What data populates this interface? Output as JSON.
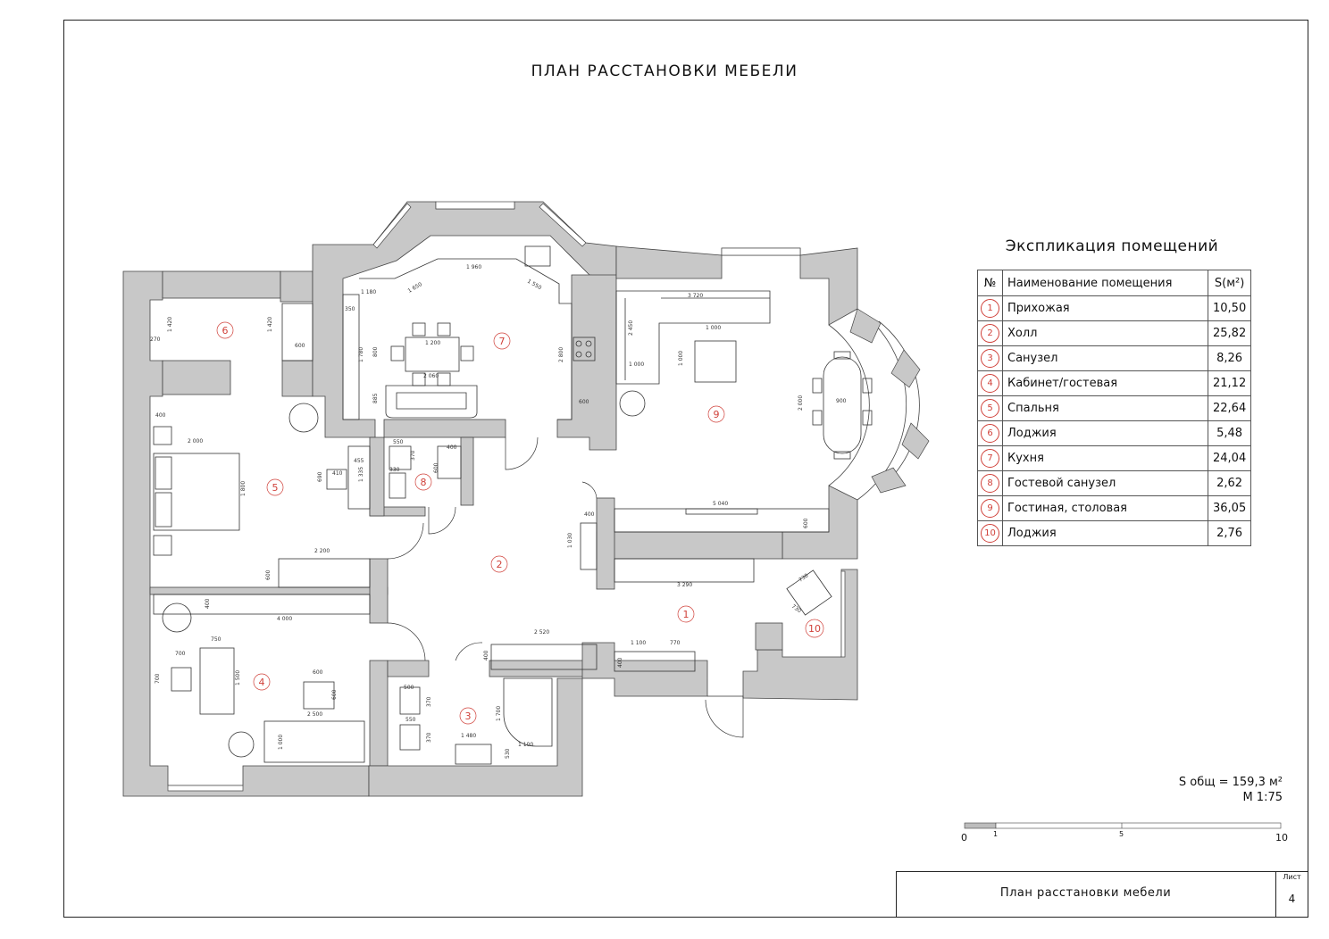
{
  "title": "ПЛАН РАССТАНОВКИ МЕБЕЛИ",
  "explication": {
    "title": "Экспликация помещений",
    "headers": {
      "num": "№",
      "name": "Наименование помещения",
      "area": "S(м²)"
    },
    "rooms": [
      {
        "num": "1",
        "name": "Прихожая",
        "area": "10,50"
      },
      {
        "num": "2",
        "name": "Холл",
        "area": "25,82"
      },
      {
        "num": "3",
        "name": "Санузел",
        "area": "8,26"
      },
      {
        "num": "4",
        "name": "Кабинет/гостевая",
        "area": "21,12"
      },
      {
        "num": "5",
        "name": "Спальня",
        "area": "22,64"
      },
      {
        "num": "6",
        "name": "Лоджия",
        "area": "5,48"
      },
      {
        "num": "7",
        "name": "Кухня",
        "area": "24,04"
      },
      {
        "num": "8",
        "name": "Гостевой санузел",
        "area": "2,62"
      },
      {
        "num": "9",
        "name": "Гостиная, столовая",
        "area": "36,05"
      },
      {
        "num": "10",
        "name": "Лоджия",
        "area": "2,76"
      }
    ]
  },
  "total_area": "S общ = 159,3 м²",
  "scale": "М 1:75",
  "scale_bar": {
    "labels": [
      "0",
      "1",
      "5",
      "10"
    ]
  },
  "stamp": {
    "drawing_name": "План расстановки мебели",
    "sheet_label": "Лист",
    "sheet_number": "4"
  },
  "plan": {
    "room_numbers": [
      "1",
      "2",
      "3",
      "4",
      "5",
      "6",
      "7",
      "8",
      "9",
      "10"
    ],
    "dimensions": {
      "d1180": "1 180",
      "d350": "350",
      "d1650": "1 650",
      "d1960": "1 960",
      "d1550": "1 550",
      "d3720": "3 720",
      "d2450": "2 450",
      "d1000a": "1 000",
      "d1000b": "1 000",
      "d1000c": "1 000",
      "d1420a": "1 420",
      "d1420b": "1 420",
      "d270": "270",
      "d600a": "600",
      "d1200": "1 200",
      "d1780": "1 780",
      "d800a": "800",
      "d2800": "2 800",
      "d2060": "2 060",
      "d885": "885",
      "d600b": "600",
      "d2000a": "2 000",
      "d900": "900",
      "d400a": "400",
      "d2000b": "2 000",
      "d1800": "1 800",
      "d690": "690",
      "d410": "410",
      "d455": "455",
      "d1335": "1 335",
      "d550a": "550",
      "d370a": "370",
      "d400b": "400",
      "d600c": "600",
      "d330": "330",
      "d5040": "5 040",
      "d400c": "400",
      "d600d": "600",
      "d1030": "1 030",
      "d2200": "2 200",
      "d600e": "600",
      "d3290": "3 290",
      "d730a": "730",
      "d730b": "730",
      "d400d": "400",
      "d4000": "4 000",
      "d750": "750",
      "d700a": "700",
      "d700b": "700",
      "d1500": "1 500",
      "d600f": "600",
      "d600g": "600",
      "d2500": "2 500",
      "d1000d": "1 000",
      "d2520": "2 520",
      "d400e": "400",
      "d1100a": "1 100",
      "d770": "770",
      "d400f": "400",
      "d500": "500",
      "d370b": "370",
      "d550b": "550",
      "d370c": "370",
      "d1700": "1 700",
      "d1100b": "1 100",
      "d1480": "1 480",
      "d530": "530"
    }
  }
}
